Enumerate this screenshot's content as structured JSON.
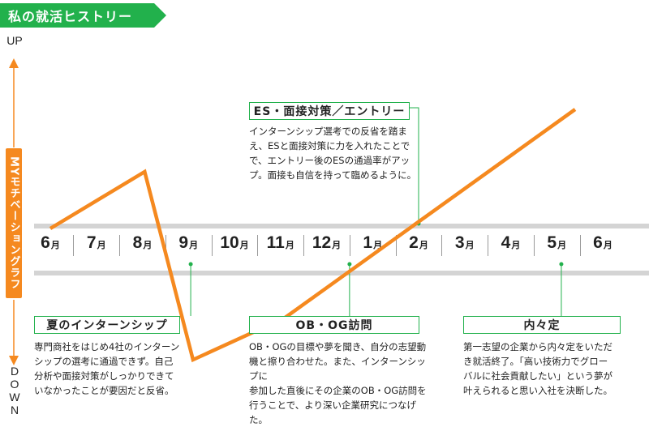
{
  "header": {
    "title": "私の就活ヒストリー"
  },
  "chart_data": {
    "type": "line",
    "y_axis": {
      "top": "UP",
      "bottom": "DOWN",
      "label": "MYモチベーショングラフ"
    },
    "categories": [
      {
        "num": "6",
        "unit": "月"
      },
      {
        "num": "7",
        "unit": "月"
      },
      {
        "num": "8",
        "unit": "月"
      },
      {
        "num": "9",
        "unit": "月"
      },
      {
        "num": "10",
        "unit": "月"
      },
      {
        "num": "11",
        "unit": "月"
      },
      {
        "num": "12",
        "unit": "月"
      },
      {
        "num": "1",
        "unit": "月"
      },
      {
        "num": "2",
        "unit": "月"
      },
      {
        "num": "3",
        "unit": "月"
      },
      {
        "num": "4",
        "unit": "月"
      },
      {
        "num": "5",
        "unit": "月"
      },
      {
        "num": "6",
        "unit": "月"
      }
    ],
    "series": [
      {
        "points": [
          {
            "x": 0,
            "y": 0.2
          },
          {
            "x": 2.05,
            "y": 0.9
          },
          {
            "x": 3.1,
            "y": -1.42
          },
          {
            "x": 5.1,
            "y": -0.9
          },
          {
            "x": 11.4,
            "y": 1.67
          }
        ]
      }
    ],
    "annotations": [
      {
        "id": "summer-intern",
        "title": "夏のインターンシップ",
        "lines": [
          "専門商社をはじめ4社のインターン",
          "シップの選考に通過できず。自己",
          "分析や面接対策がしっかりできて",
          "いなかったことが要因だと反省。"
        ],
        "month_index": 3
      },
      {
        "id": "es-interview",
        "title": "ES・面接対策／エントリー",
        "lines": [
          "インターンシップ選考での反省を踏ま",
          "え、ESと面接対策に力を入れたことで",
          "で、エントリー後のESの通過率がアッ",
          "プ。面接も自信を持って臨めるように。"
        ],
        "month_index": 8
      },
      {
        "id": "obog-visit",
        "title": "OB・OG訪問",
        "lines": [
          "OB・OGの目標や夢を聞き、自分の志望動",
          "機と擦り合わせた。また、インターンシップに",
          "参加した直後にその企業のOB・OG訪問を",
          "行うことで、より深い企業研究につなげた。"
        ],
        "month_index": 6
      },
      {
        "id": "naitei",
        "title": "内々定",
        "lines": [
          "第一志望の企業から内々定をいただ",
          "き就活終了。「高い技術力でグロー",
          "バルに社会貢献したい」という夢が",
          "叶えられると思い入社を決断した。"
        ],
        "month_index": 11
      }
    ],
    "colors": {
      "line": "#f5891f",
      "accent": "#22b14c",
      "band": "#d4d4d4"
    }
  }
}
